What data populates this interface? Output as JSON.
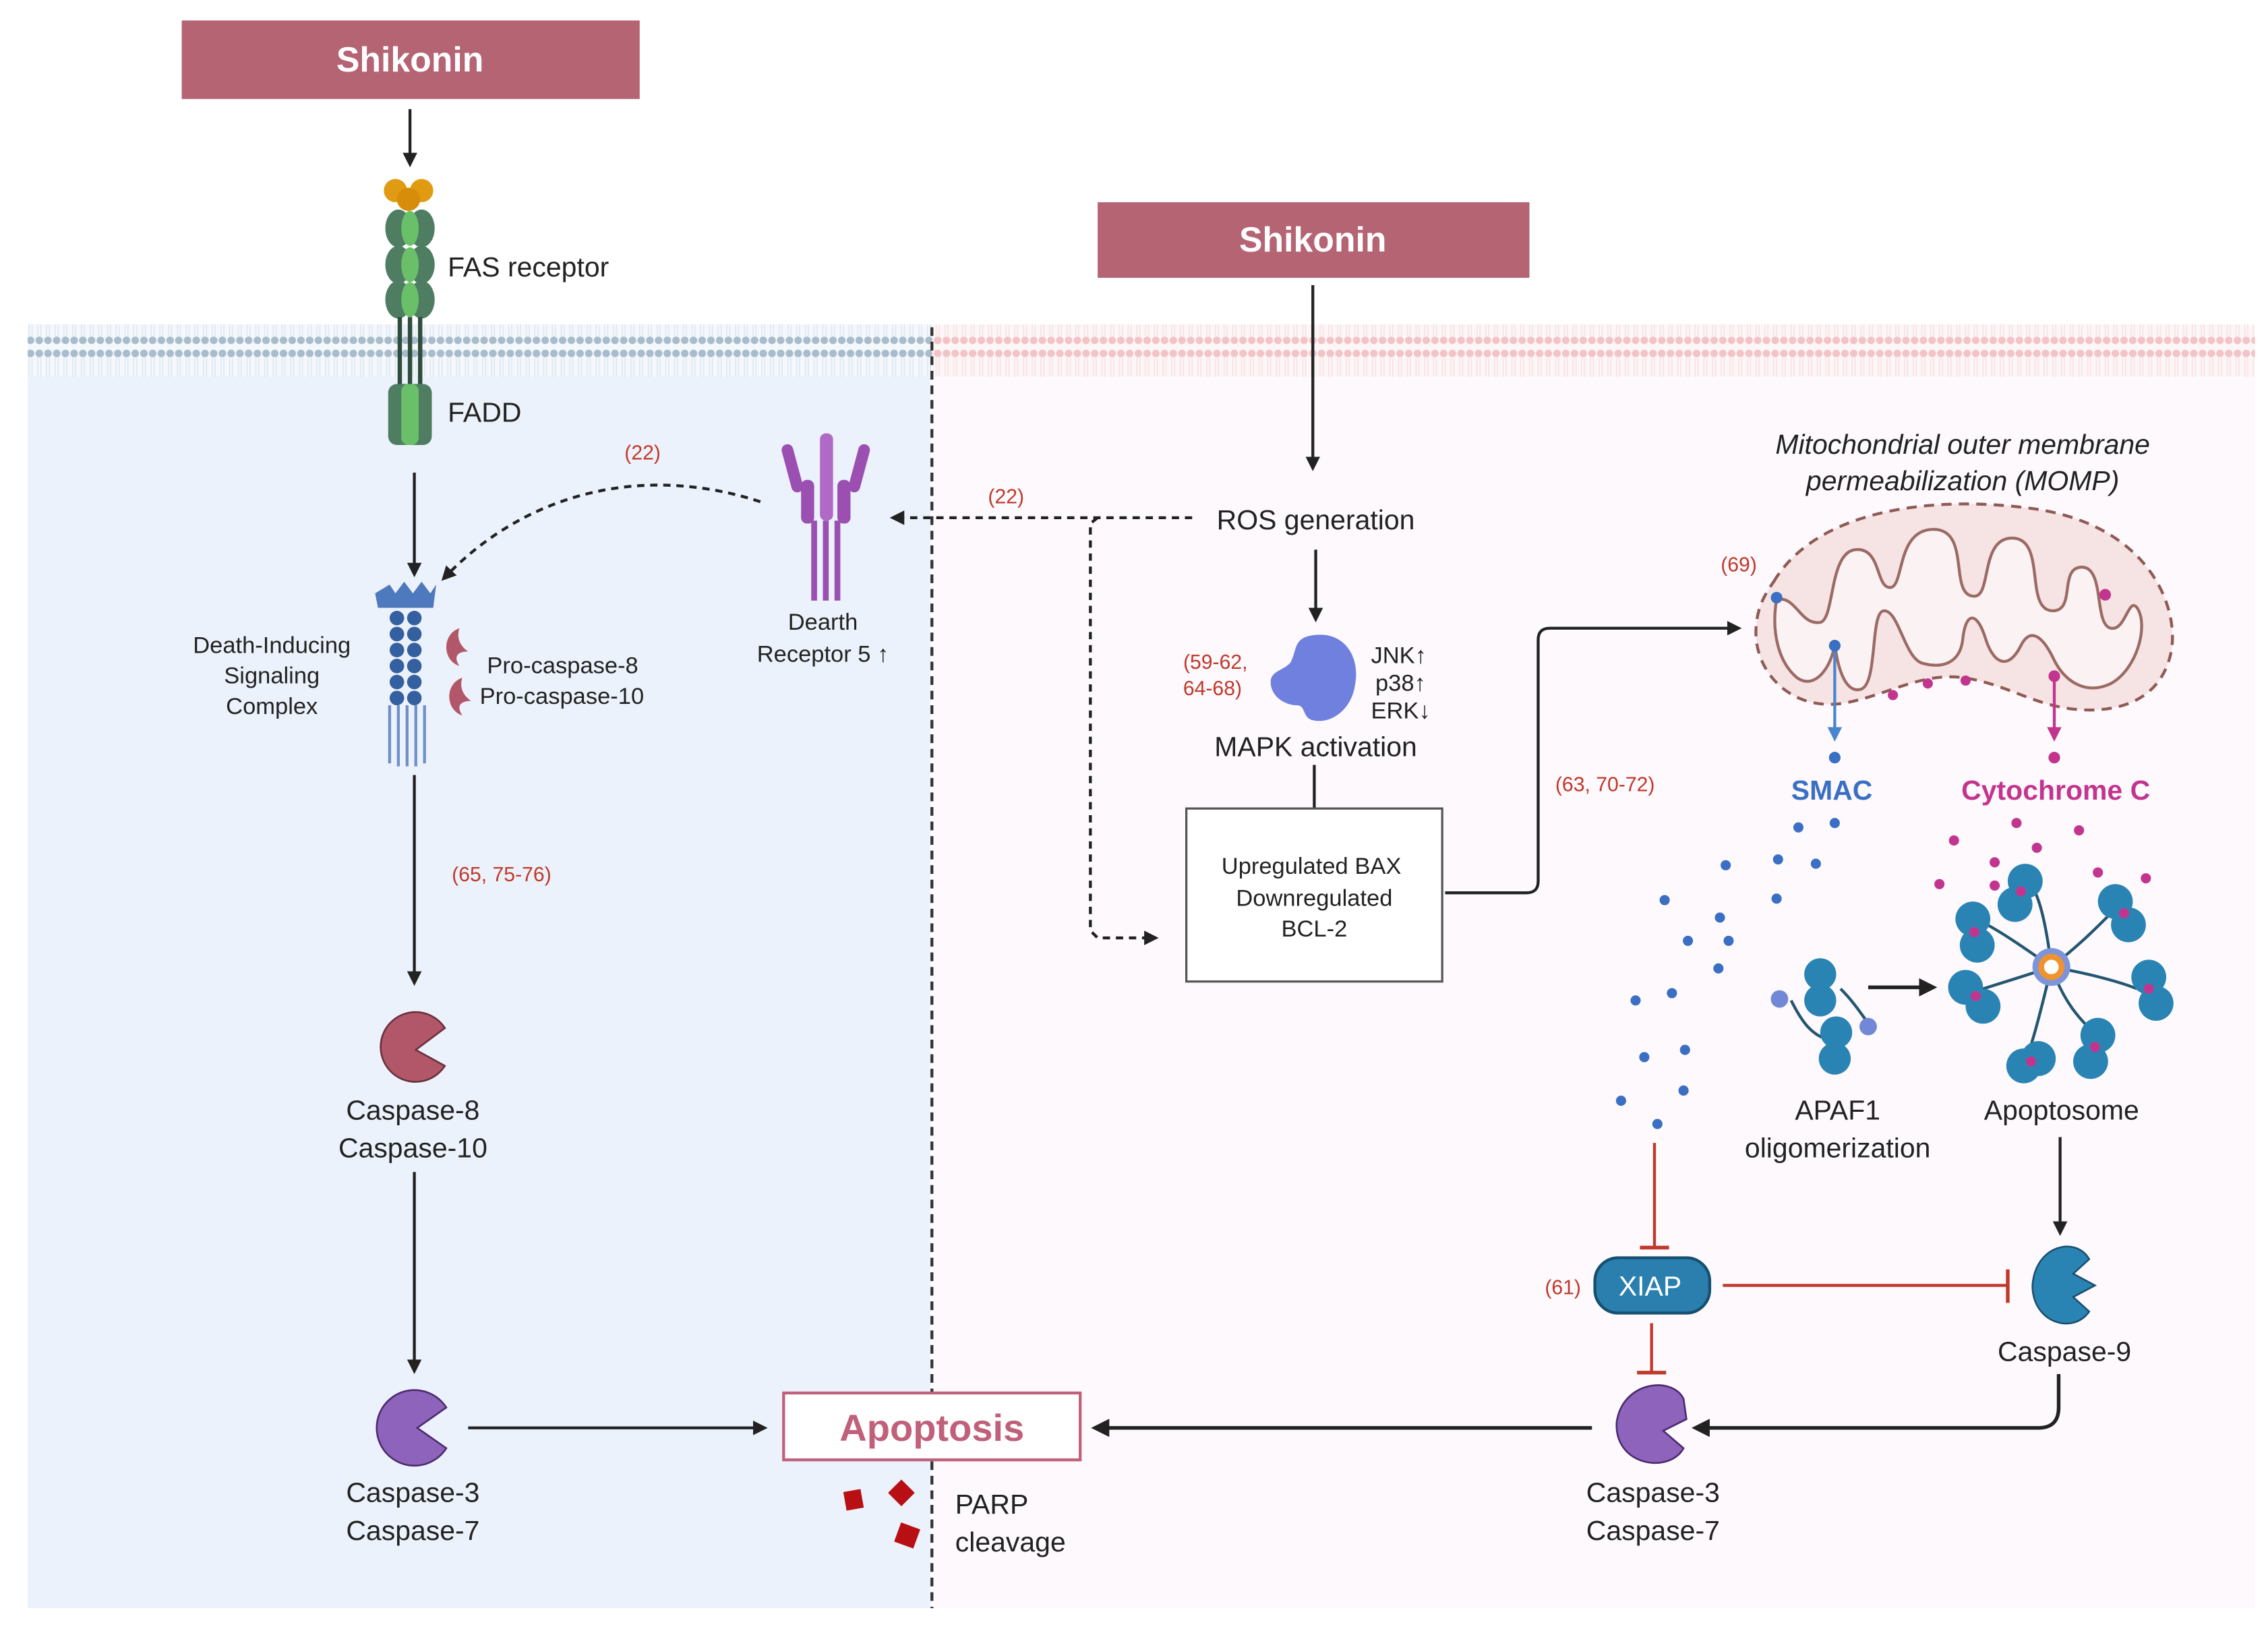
{
  "colors": {
    "drug_box": "#b56474",
    "extrinsic_bg": "#ecf2fb",
    "intrinsic_bg": "#fdf9fd",
    "membrane_left": "#a9bccb",
    "membrane_right": "#f2c4c8",
    "reference_red": "#c0392b",
    "smac_blue": "#3a6fc3",
    "cytochrome_magenta": "#c2358f",
    "apoptosis_text": "#c0607a",
    "caspase8": "#b2576a",
    "caspase3": "#8e63bb",
    "caspase9": "#2a84b3",
    "xiap": "#2a7fae",
    "parp": "#b80f14"
  },
  "drugs": [
    {
      "label": "Shikonin"
    },
    {
      "label": "Shikonin"
    }
  ],
  "extrinsic": {
    "fas_receptor": "FAS receptor",
    "fadd": "FADD",
    "disc": [
      "Death-Inducing",
      "Signaling",
      "Complex"
    ],
    "procaspase": [
      "Pro-caspase-8",
      "Pro-caspase-10"
    ],
    "death_receptor": [
      "Dearth",
      "Receptor 5 ↑"
    ],
    "ref_dr5": "(22)",
    "ref_caspase8": "(65, 75-76)",
    "caspase8": [
      "Caspase-8",
      "Caspase-10"
    ],
    "caspase3": [
      "Caspase-3",
      "Caspase-7"
    ]
  },
  "intrinsic": {
    "ros": "ROS generation",
    "ref_ros": "(22)",
    "mapk": "MAPK activation",
    "ref_mapk": [
      "(59-62,",
      "64-68)"
    ],
    "mapk_changes": [
      "JNK↑",
      "p38↑",
      "ERK↓"
    ],
    "bax_box": [
      "Upregulated BAX",
      "Downregulated",
      "BCL-2"
    ],
    "ref_momp_arrow": "(63, 70-72)",
    "momp_title": [
      "Mitochondrial outer membrane",
      "permeabilization (MOMP)"
    ],
    "ref_mito": "(69)",
    "smac": "SMAC",
    "cytochrome": "Cytochrome C",
    "apaf1": [
      "APAF1",
      "oligomerization"
    ],
    "apoptosome": "Apoptosome",
    "xiap": "XIAP",
    "ref_xiap": "(61)",
    "caspase9": "Caspase-9",
    "caspase3": [
      "Caspase-3",
      "Caspase-7"
    ]
  },
  "outcome": {
    "apoptosis": "Apoptosis",
    "parp": [
      "PARP",
      "cleavage"
    ]
  }
}
